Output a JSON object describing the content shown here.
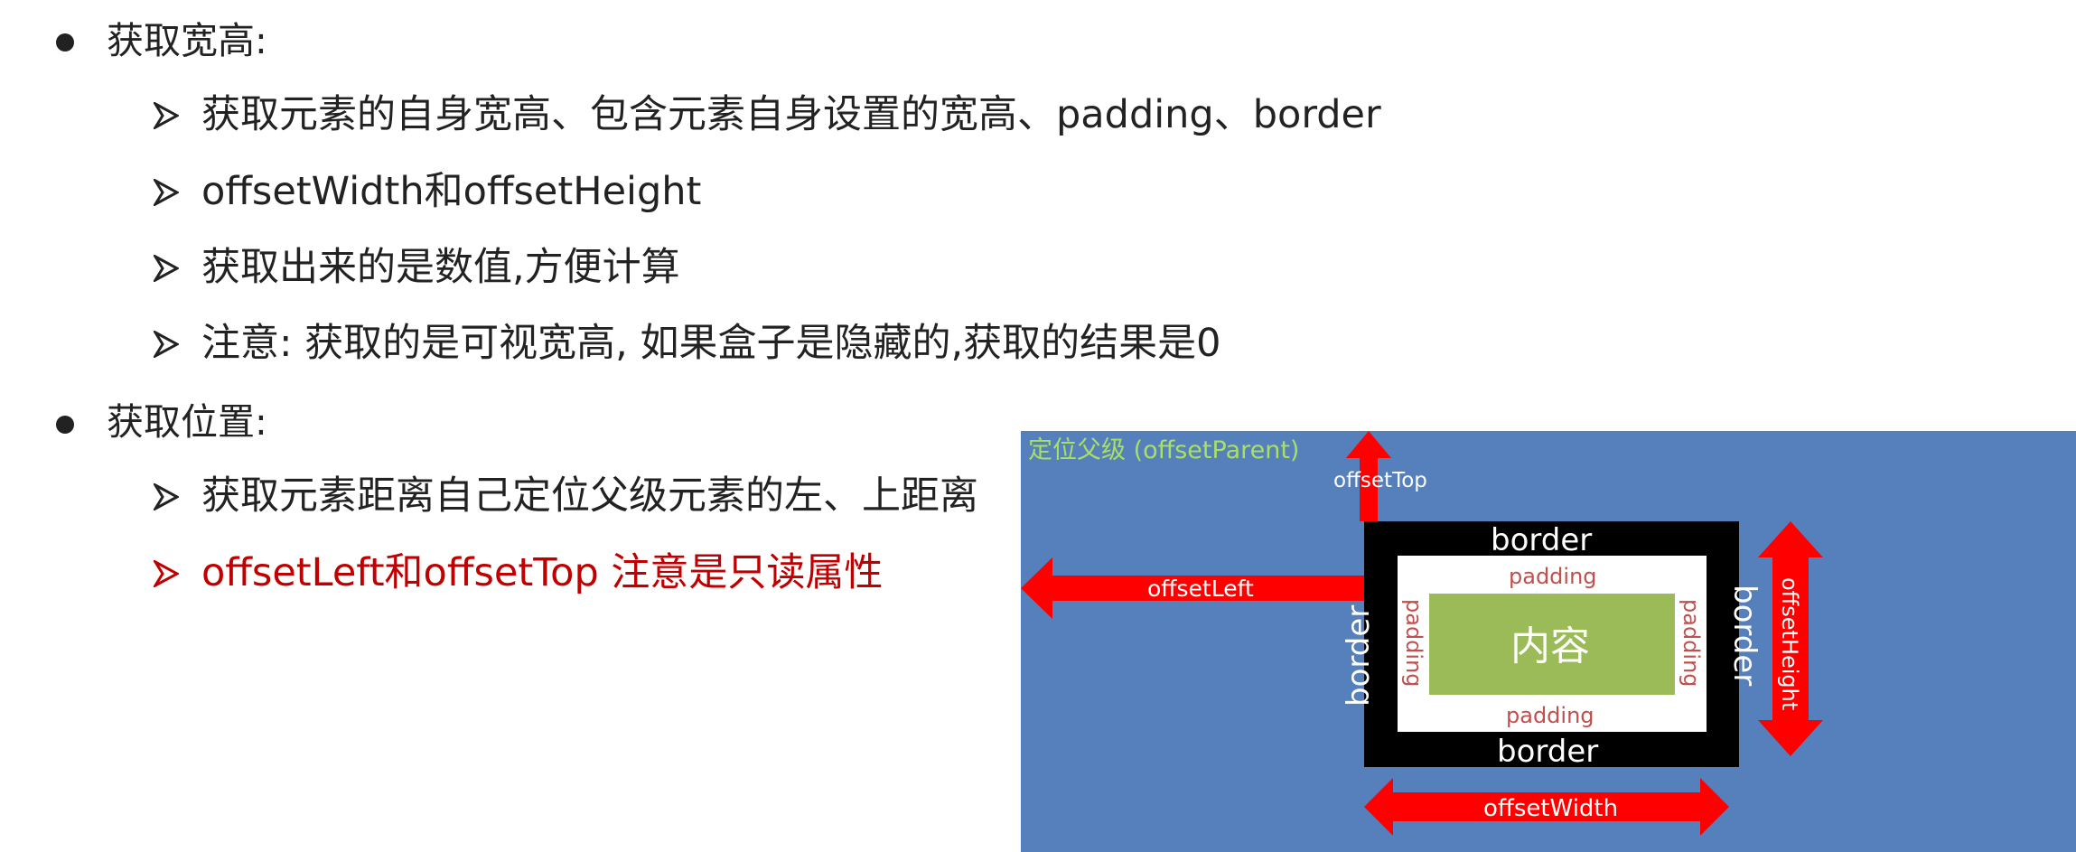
{
  "section1": {
    "heading": "获取宽高:",
    "items": [
      "获取元素的自身宽高、包含元素自身设置的宽高、padding、border",
      "offsetWidth和offsetHeight",
      "获取出来的是数值,方便计算",
      "注意: 获取的是可视宽高, 如果盒子是隐藏的,获取的结果是0"
    ]
  },
  "section2": {
    "heading": "获取位置:",
    "items": [
      "获取元素距离自己定位父级元素的左、上距离",
      "offsetLeft和offsetTop  注意是只读属性"
    ]
  },
  "diagram": {
    "parent_label": "定位父级 (offsetParent)",
    "offset_top": "offsetTop",
    "offset_left": "offsetLeft",
    "offset_width": "offsetWidth",
    "offset_height": "offsetHeight",
    "border_top": "border",
    "border_bottom": "border",
    "border_left": "border",
    "border_right": "border",
    "padding_top": "padding",
    "padding_bottom": "padding",
    "padding_left": "padding",
    "padding_right": "padding",
    "content": "内容"
  },
  "colors": {
    "text": "#222222",
    "highlight_red": "#c00000",
    "parent_bg": "#5580bb",
    "parent_label": "#a8e063",
    "arrow_red": "#ff0000",
    "border_black": "#000000",
    "padding_text": "#c0504d",
    "content_green": "#9bbb59"
  }
}
